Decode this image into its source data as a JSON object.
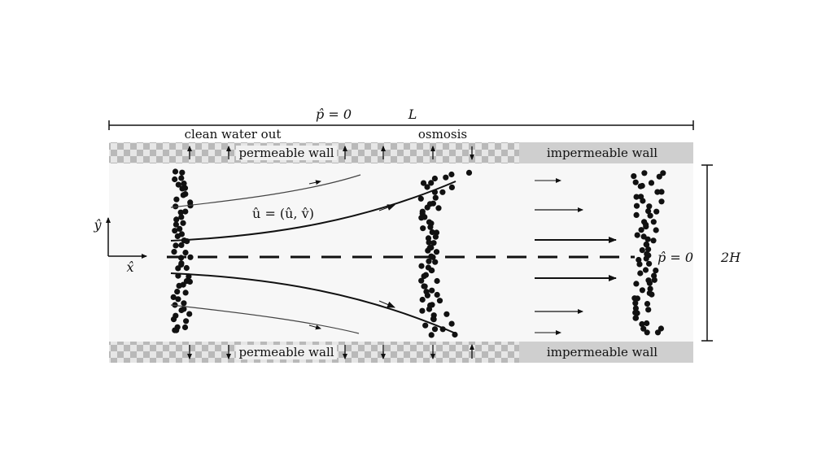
{
  "labels": {
    "pressure_top": "p̂ = 0",
    "length": "L",
    "clean_water_out": "clean water out",
    "osmosis": "osmosis",
    "permeable_wall_top": "permeable wall",
    "permeable_wall_bottom": "permeable wall",
    "impermeable_wall_top": "impermeable wall",
    "impermeable_wall_bottom": "impermeable wall",
    "velocity": "û = (û, v̂)",
    "axis_y": "ŷ",
    "axis_x": "x̂",
    "pressure_right": "p̂ = 0",
    "height": "2H"
  },
  "colors": {
    "ink": "#111111",
    "checker_light": "#e6e6e6",
    "checker_dark": "#b9b9b9",
    "impermeable_fill": "#cfcfcf",
    "background": "#f7f7f7"
  },
  "icons": {
    "top_wall_flow_arrows": [
      "up",
      "up",
      "up",
      "up",
      "up",
      "down",
      "down"
    ],
    "bottom_wall_flow_arrows": [
      "down",
      "down",
      "down",
      "down",
      "down",
      "up",
      "up"
    ]
  }
}
